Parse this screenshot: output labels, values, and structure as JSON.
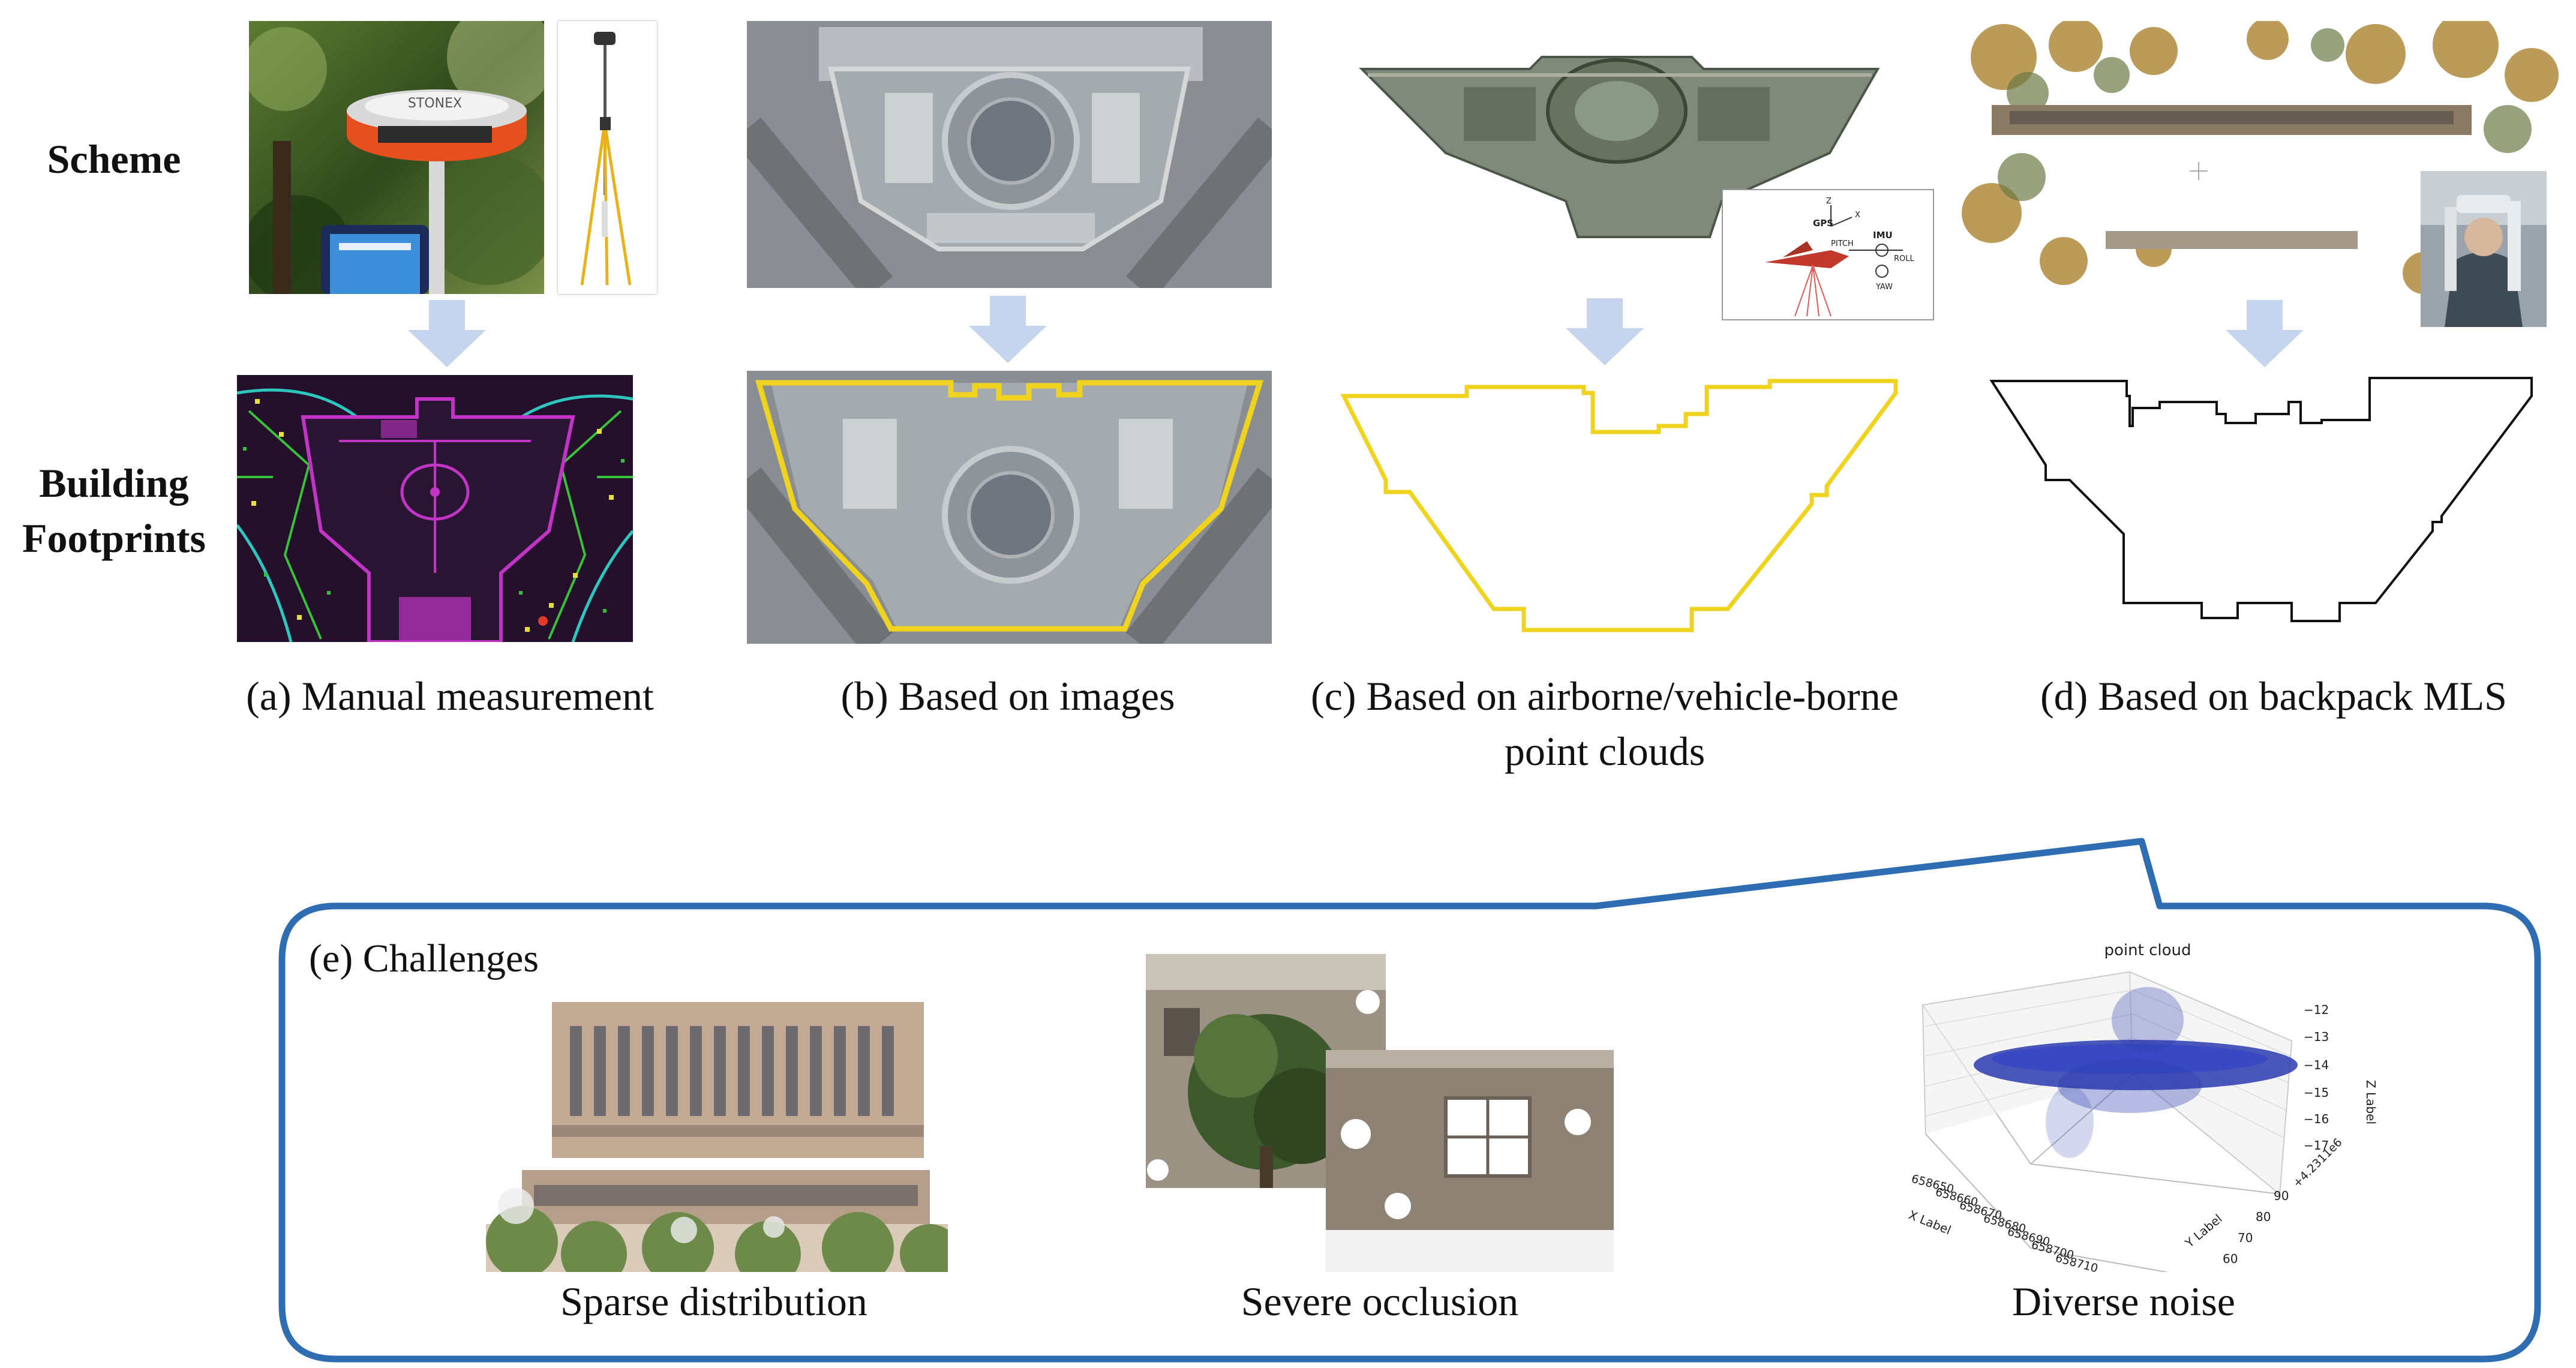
{
  "row_labels": {
    "scheme": "Scheme",
    "footprints_line1": "Building",
    "footprints_line2": "Footprints"
  },
  "gnss_brand": "STONEX",
  "panels": [
    {
      "id": "a",
      "caption": "(a) Manual measurement"
    },
    {
      "id": "b",
      "caption": "(b) Based on images"
    },
    {
      "id": "c",
      "caption_line1": "(c) Based on airborne/vehicle-borne",
      "caption_line2": "point clouds"
    },
    {
      "id": "d",
      "caption": "(d) Based on  backpack MLS"
    }
  ],
  "airborne_inset": {
    "labels": {
      "gps": "GPS",
      "imu": "IMU",
      "pitch": "PITCH",
      "roll": "ROLL",
      "yaw": "YAW",
      "z": "Z",
      "x": "X"
    }
  },
  "challenges": {
    "title": "(e) Challenges",
    "items": [
      {
        "id": "sparse",
        "caption": "Sparse distribution"
      },
      {
        "id": "occlusion",
        "caption": "Severe occlusion"
      },
      {
        "id": "noise",
        "caption": "Diverse noise"
      }
    ],
    "plot": {
      "title": "point cloud",
      "x_label": "X Label",
      "y_label": "Y Label",
      "z_label": "Z Label",
      "x_ticks": [
        "658650",
        "658660",
        "658670",
        "658680",
        "658690",
        "658700",
        "658710"
      ],
      "y_ticks": [
        "60",
        "70",
        "80",
        "90"
      ],
      "y_offset": "+4.2311e6",
      "z_ticks": [
        "−12",
        "−13",
        "−14",
        "−15",
        "−16",
        "−17"
      ]
    }
  },
  "colors": {
    "arrow": "#c5d5ee",
    "yellow_outline": "#f0d31e",
    "black_outline": "#111111",
    "frame_blue": "#2f6db3",
    "cad_bg": "#24102b",
    "cad_magenta": "#c234c6",
    "cad_green": "#37c23a",
    "cad_cyan": "#2ec7c0",
    "point_blue": "#2a3bb0"
  }
}
